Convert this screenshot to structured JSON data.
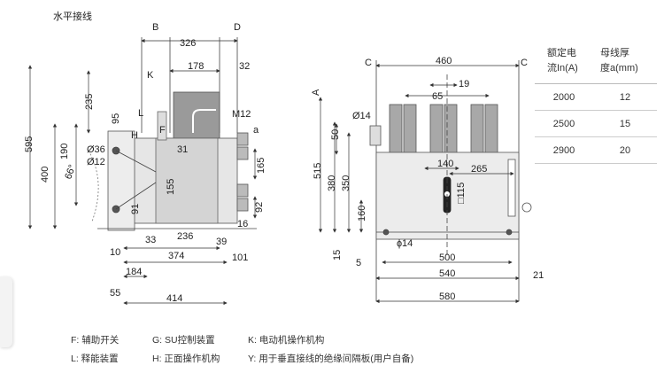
{
  "title": "水平接线",
  "left_view": {
    "top_letters": {
      "b": "B",
      "d": "D",
      "k": "K",
      "l": "L",
      "f": "F",
      "h": "H",
      "m12": "M12",
      "a": "a"
    },
    "dims": {
      "d326": "326",
      "d178": "178",
      "d32": "32",
      "d235": "235",
      "d595": "595",
      "d95": "95",
      "d190": "190",
      "d400": "400",
      "d36": "Ø36",
      "d12": "Ø12",
      "d66": "66°",
      "d31": "31",
      "d155": "155",
      "d165": "165",
      "d92": "92",
      "d91": "91",
      "d16": "16",
      "d236": "236",
      "d33": "33",
      "d39": "39",
      "d10": "10",
      "d374": "374",
      "d101": "101",
      "d184": "184",
      "d55": "55",
      "d414": "414"
    }
  },
  "right_view": {
    "letters": {
      "c_left": "C",
      "c_right": "C",
      "a": "A"
    },
    "dims": {
      "d460": "460",
      "d19": "19",
      "d65": "65",
      "d14a": "Ø14",
      "d50": "50",
      "d515": "515",
      "d380": "380",
      "d350": "350",
      "d140": "140",
      "d265": "265",
      "d115": "□115",
      "d160": "160",
      "d14b": "ɸ14",
      "d15": "15",
      "d5": "5",
      "d500": "500",
      "d540": "540",
      "d21": "21",
      "d580": "580"
    }
  },
  "spec_table": {
    "header": [
      "额定电\n流In(A)",
      "母线厚\n度a(mm)"
    ],
    "rows": [
      [
        "2000",
        "12"
      ],
      [
        "2500",
        "15"
      ],
      [
        "2900",
        "20"
      ]
    ]
  },
  "legend": [
    [
      "F:  辅助开关",
      "G:  SU控制装置",
      "K:  电动机操作机构"
    ],
    [
      "L:  释能装置",
      "H:  正面操作机构",
      "Y:  用于垂直接线的绝缘间隔板(用户自备)"
    ]
  ]
}
